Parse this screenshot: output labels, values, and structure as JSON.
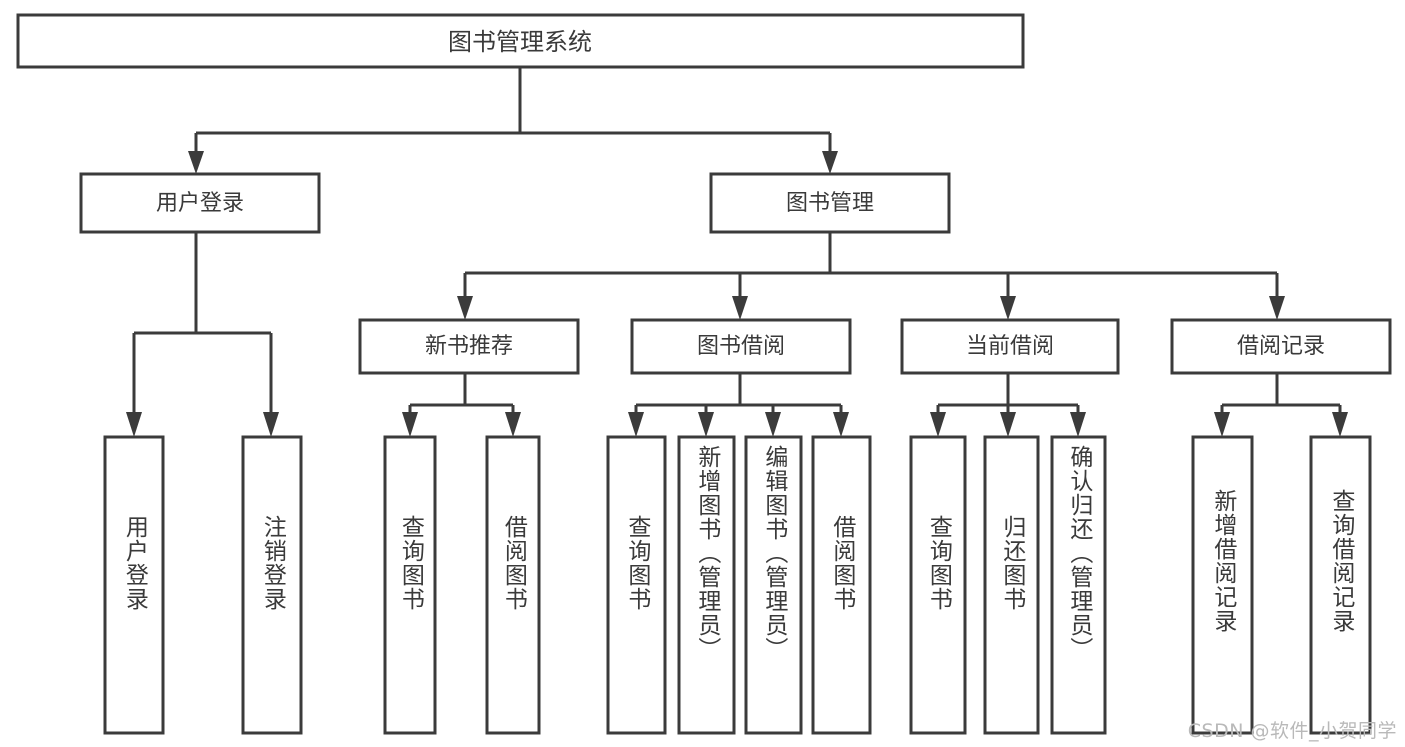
{
  "diagram": {
    "type": "tree",
    "title": "图书管理系统",
    "root": {
      "label": "图书管理系统",
      "orientation": "horizontal"
    },
    "level2": [
      {
        "label": "用户登录"
      },
      {
        "label": "图书管理"
      }
    ],
    "level3": [
      {
        "label": "新书推荐"
      },
      {
        "label": "图书借阅"
      },
      {
        "label": "当前借阅"
      },
      {
        "label": "借阅记录"
      }
    ],
    "leaves": {
      "user_login": [
        {
          "label": "用户登录"
        },
        {
          "label": "注销登录"
        }
      ],
      "new_book_recommend": [
        {
          "label": "查询图书"
        },
        {
          "label": "借阅图书"
        }
      ],
      "book_borrow": [
        {
          "label": "查询图书"
        },
        {
          "label": "新增图书（管理员）"
        },
        {
          "label": "编辑图书（管理员）"
        },
        {
          "label": "借阅图书"
        }
      ],
      "current_borrow": [
        {
          "label": "查询图书"
        },
        {
          "label": "归还图书"
        },
        {
          "label": "确认归还（管理员）"
        }
      ],
      "borrow_record": [
        {
          "label": "新增借阅记录"
        },
        {
          "label": "查询借阅记录"
        }
      ]
    },
    "watermark": "CSDN @软件_小贺同学",
    "colors": {
      "stroke": "#3b3b3b",
      "text": "#3a3a3a",
      "background": "#ffffff",
      "watermark": "#b9b9b9"
    }
  }
}
